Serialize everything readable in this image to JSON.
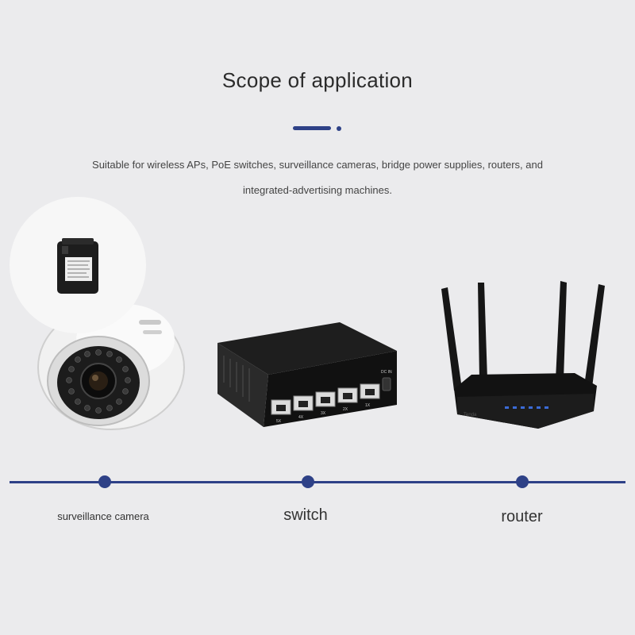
{
  "header": {
    "title": "Scope of application"
  },
  "description": {
    "line1": "Suitable for wireless APs, PoE switches, surveillance cameras, bridge power supplies, routers, and",
    "line2": "integrated-advertising machines."
  },
  "products": {
    "adapter_label": "",
    "switch_port_labels": [
      "5X",
      "4X",
      "3X",
      "2X",
      "1X"
    ],
    "switch_dc_label": "DC IN",
    "router_brand": "Tenda"
  },
  "timeline": {
    "items": [
      {
        "label": "surveillance camera"
      },
      {
        "label": "switch"
      },
      {
        "label": "router"
      }
    ]
  },
  "colors": {
    "accent": "#2e4187",
    "background": "#ebebed"
  }
}
